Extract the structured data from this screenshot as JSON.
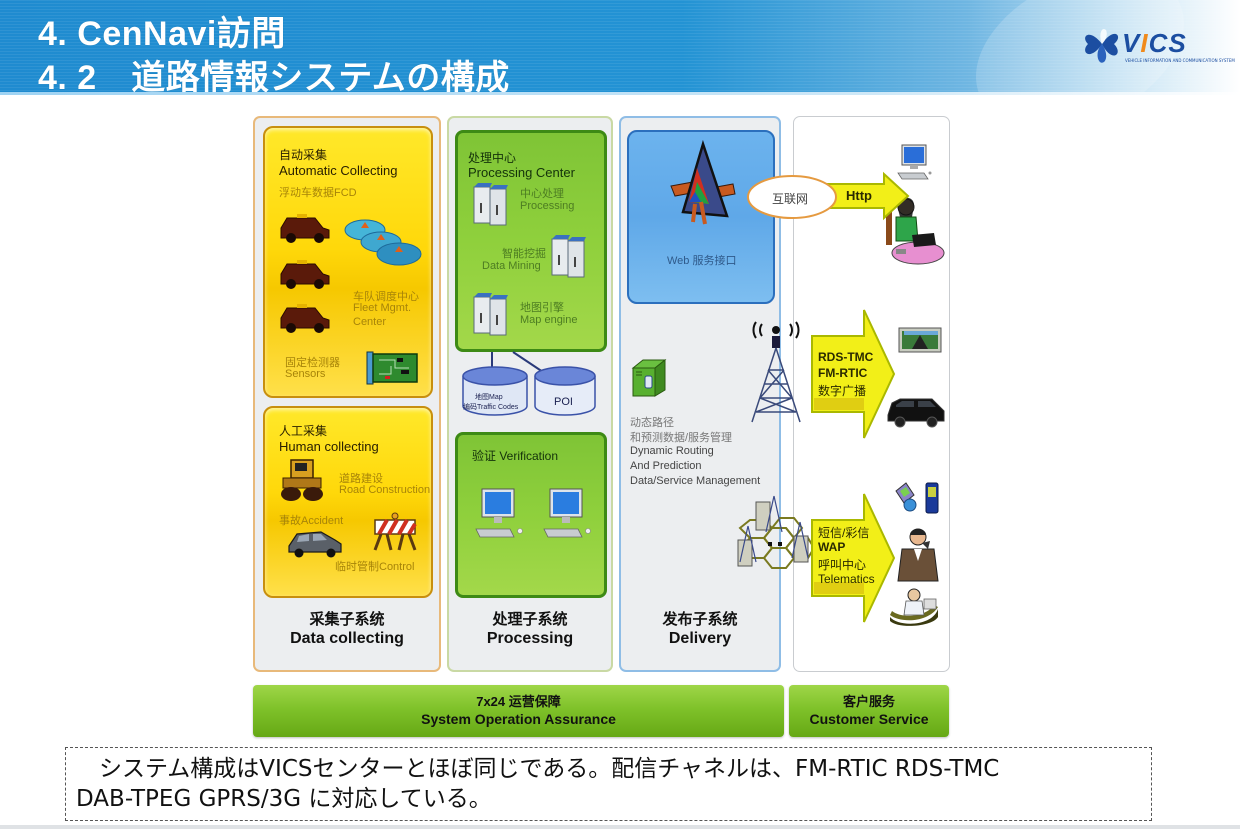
{
  "header": {
    "title_line1": "4. CenNavi訪問",
    "title_line2": "4. 2　道路情報システムの構成",
    "logo_text_v": "V",
    "logo_text_i": "I",
    "logo_text_cs": "CS",
    "logo_subtext": "VEHICLE INFORMATION AND COMMUNICATION SYSTEM"
  },
  "colors": {
    "header_blue": "#1f8bd0",
    "panel_yellow": "#ffd80a",
    "panel_green": "#8fd03c",
    "panel_blue": "#5fa8e8",
    "bar_green": "#7fc22a",
    "logo_blue": "#1c4ea1",
    "logo_orange": "#f08a1c"
  },
  "columns": {
    "collecting": {
      "footer_zh": "采集子系统",
      "footer_en": "Data collecting",
      "automatic": {
        "title_zh": "自动采集",
        "title_en": "Automatic Collecting",
        "fcd": "浮动车数据FCD",
        "fleet_zh": "车队调度中心",
        "fleet_en_1": "Fleet Mgmt.",
        "fleet_en_2": "Center",
        "sensors_zh": "固定检测器",
        "sensors_en": "Sensors"
      },
      "human": {
        "title_zh": "人工采集",
        "title_en": "Human collecting",
        "road_zh": "道路建设",
        "road_en": "Road Construction",
        "accident": "事故Accident",
        "control": "临时管制Control"
      }
    },
    "processing": {
      "footer_zh": "处理子系统",
      "footer_en": "Processing",
      "center": {
        "title_zh": "处理中心",
        "title_en": "Processing Center",
        "proc_zh": "中心处理",
        "proc_en": "Processing",
        "mining_zh": "智能挖掘",
        "mining_en": "Data Mining",
        "map_zh": "地图引擎",
        "map_en": "Map engine"
      },
      "db_map_1": "地图Map",
      "db_map_2": "编码Traffic Codes",
      "db_poi": "POI",
      "verification": "验证 Verification"
    },
    "delivery": {
      "footer_zh": "发布子系统",
      "footer_en": "Delivery",
      "web_service": "Web 服务接口",
      "dyn_zh_1": "动态路径",
      "dyn_zh_2": "和预测数据/服务管理",
      "dyn_en_1": "Dynamic Routing",
      "dyn_en_2": "And Prediction",
      "dyn_en_3": "Data/Service Management"
    },
    "customer": {
      "internet_label": "互联网",
      "http_label": "Http",
      "broadcast_1": "RDS-TMC",
      "broadcast_2": "FM-RTIC",
      "broadcast_3": "数字广播",
      "mobile_1": "短信/彩信",
      "mobile_2": "WAP",
      "mobile_3": "呼叫中心",
      "mobile_4": "Telematics"
    }
  },
  "bars": {
    "ops_zh": "7x24 运营保障",
    "ops_en": "System Operation Assurance",
    "cs_zh": "客户服务",
    "cs_en": "Customer Service"
  },
  "note": {
    "line1": "システム構成はVICSセンターとほぼ同じである。配信チャネルは、FM-RTIC RDS-TMC",
    "line2": "DAB-TPEG GPRS/3G に対応している。"
  }
}
